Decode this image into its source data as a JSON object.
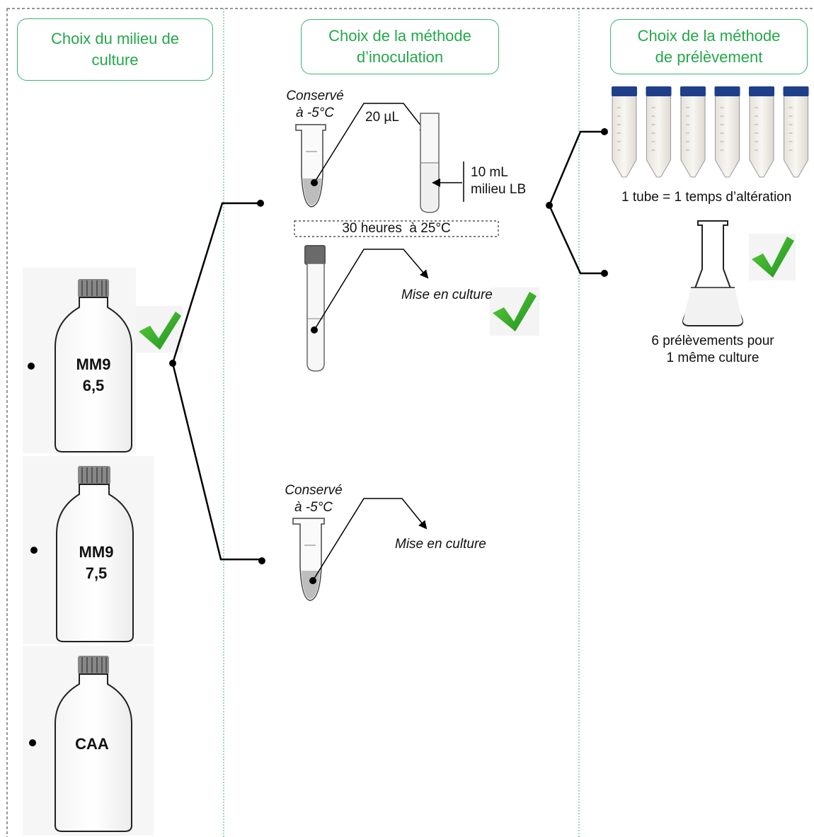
{
  "columns": {
    "medium": {
      "title_line1": "Choix du milieu de",
      "title_line2": "culture"
    },
    "inoculation": {
      "title_line1": "Choix de la méthode",
      "title_line2": "d’inoculation"
    },
    "sampling": {
      "title_line1": "Choix de la méthode",
      "title_line2": "de prélèvement"
    }
  },
  "media": [
    {
      "line1": "MM9",
      "line2": "6,5",
      "selected": true
    },
    {
      "line1": "MM9",
      "line2": "7,5",
      "selected": false
    },
    {
      "line1": "CAA",
      "line2": "",
      "selected": false
    }
  ],
  "inoculation": {
    "preculture": {
      "stored_line1": "Conservé",
      "stored_line2": "à -5°C",
      "volume": "20 µL",
      "medium_line1": "10 mL",
      "medium_line2": "milieu LB",
      "incubation": "30 heures  à 25°C",
      "result": "Mise en culture",
      "selected": true
    },
    "direct": {
      "stored_line1": "Conservé",
      "stored_line2": "à -5°C",
      "result": "Mise en culture",
      "selected": false
    }
  },
  "sampling": {
    "tubes": {
      "caption": "1 tube = 1 temps d’altération",
      "count": 6,
      "selected": false
    },
    "flask": {
      "caption_line1": "6 prélèvements pour",
      "caption_line2": "1 même culture",
      "selected": true
    }
  },
  "colors": {
    "accent_green": "#23a84a",
    "check_green": "#2fa82f",
    "divider": "#3cb371",
    "cap_blue": "#1f3f8a"
  }
}
